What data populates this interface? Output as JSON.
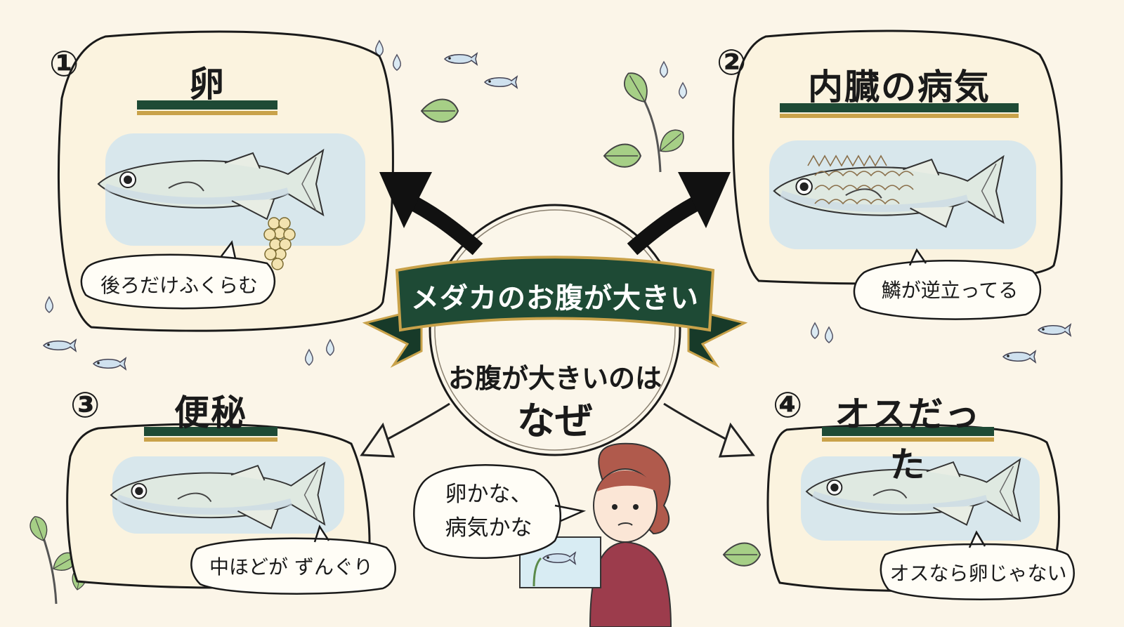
{
  "center": {
    "banner": "メダカのお腹が大きい",
    "question_line1": "お腹が大きいのは",
    "question_line2": "なぜ"
  },
  "causes": [
    {
      "number": "①",
      "title": "卵",
      "caption": "後ろだけふくらむ"
    },
    {
      "number": "②",
      "title": "内臓の病気",
      "caption": "鱗が逆立ってる"
    },
    {
      "number": "③",
      "title": "便秘",
      "caption": "中ほどが ずんぐり"
    },
    {
      "number": "④",
      "title": "オスだった",
      "caption": "オスなら卵じゃない"
    }
  ],
  "person": {
    "speech_line1": "卵かな、",
    "speech_line2": "病気かな"
  },
  "colors": {
    "banner_green": "#1e4a35",
    "gold_line": "#c9a24a",
    "water_blue": "#cfe4ef",
    "leaf_green": "#8cc06a",
    "shirt": "#9c3c4c",
    "hair": "#b05a4c",
    "paper": "#fbf5e8"
  }
}
